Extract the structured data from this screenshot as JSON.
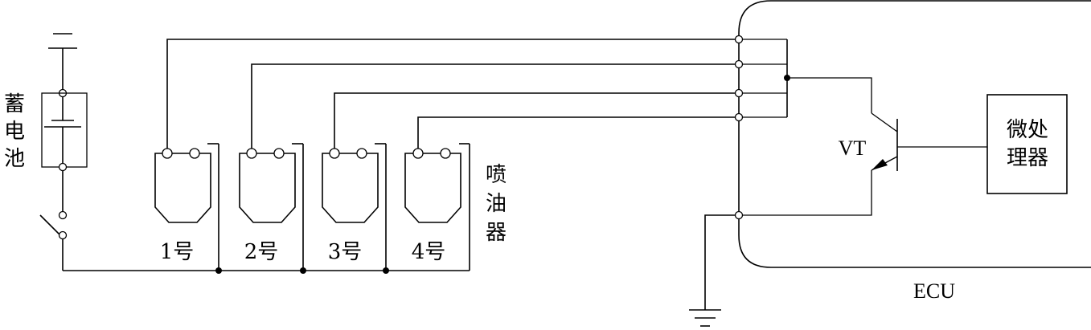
{
  "labels": {
    "battery": [
      "蓄",
      "电",
      "池"
    ],
    "injector_group": [
      "喷",
      "油",
      "器"
    ],
    "injectors": [
      "1号",
      "2号",
      "3号",
      "4号"
    ],
    "transistor": "VT",
    "microprocessor": [
      "微处",
      "理器"
    ],
    "ecu": "ECU"
  }
}
